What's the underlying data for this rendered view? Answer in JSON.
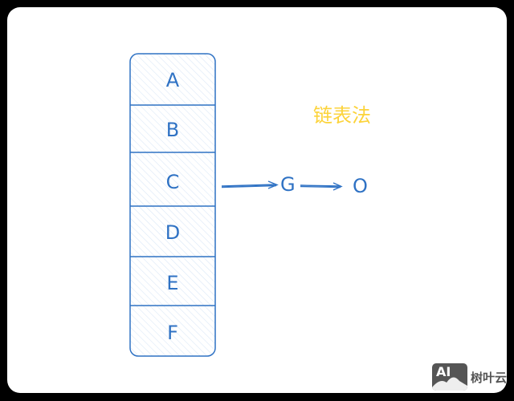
{
  "diagram": {
    "title": "链表法",
    "buckets": [
      "A",
      "B",
      "C",
      "D",
      "E",
      "F"
    ],
    "chain": {
      "from": "C",
      "nodes": [
        "G",
        "O"
      ]
    },
    "colors": {
      "stroke": "#2f72c4",
      "title": "#fcd33a",
      "fill_hatch": "#cfe0f5"
    }
  },
  "watermark": {
    "logo": "AI",
    "text": "树叶云"
  }
}
